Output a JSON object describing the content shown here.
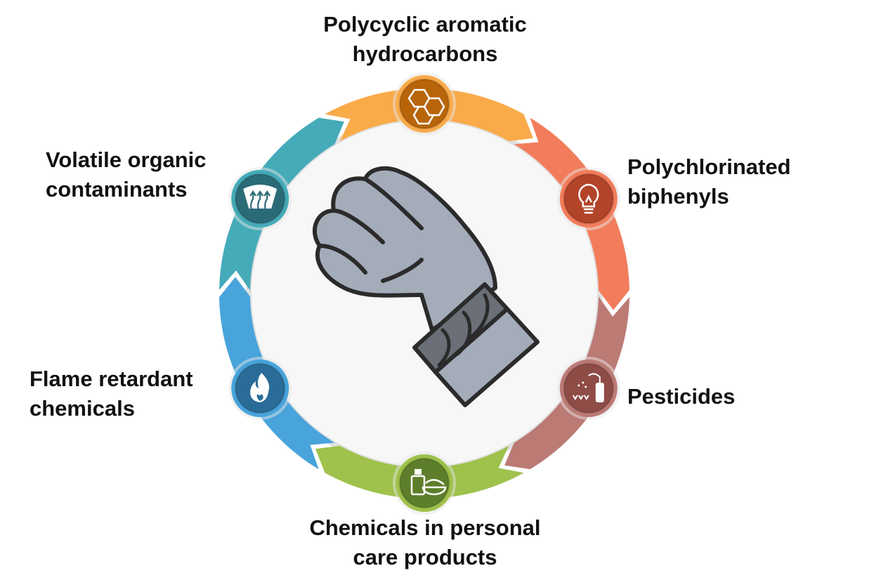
{
  "title": "Chemical exposure categories measured by wristband",
  "categories": [
    {
      "id": "pah",
      "line1": "Polycyclic aromatic",
      "line2": "hydrocarbons",
      "icon": "hexagon-molecule-icon",
      "color": "#F9AB4A",
      "inner": "#B8650A"
    },
    {
      "id": "pcb",
      "line1": "Polychlorinated",
      "line2": "biphenyls",
      "icon": "lightbulb-icon",
      "color": "#F27D5C",
      "inner": "#B2442A"
    },
    {
      "id": "pest",
      "line1": "Pesticides",
      "line2": "",
      "icon": "spray-bottle-icon",
      "color": "#BC7A75",
      "inner": "#8E4C47"
    },
    {
      "id": "pcp",
      "line1": "Chemicals in personal",
      "line2": "care products",
      "icon": "cosmetics-jar-icon",
      "color": "#9EC24B",
      "inner": "#5D7E2A"
    },
    {
      "id": "flame",
      "line1": "Flame retardant",
      "line2": "chemicals",
      "icon": "flame-icon",
      "color": "#48A4DB",
      "inner": "#2A6C98"
    },
    {
      "id": "voc",
      "line1": "Volatile organic",
      "line2": "contaminants",
      "icon": "vapor-arrows-icon",
      "color": "#45ABB9",
      "inner": "#2B6B78"
    }
  ],
  "center_icon": "wristband-fist-icon"
}
